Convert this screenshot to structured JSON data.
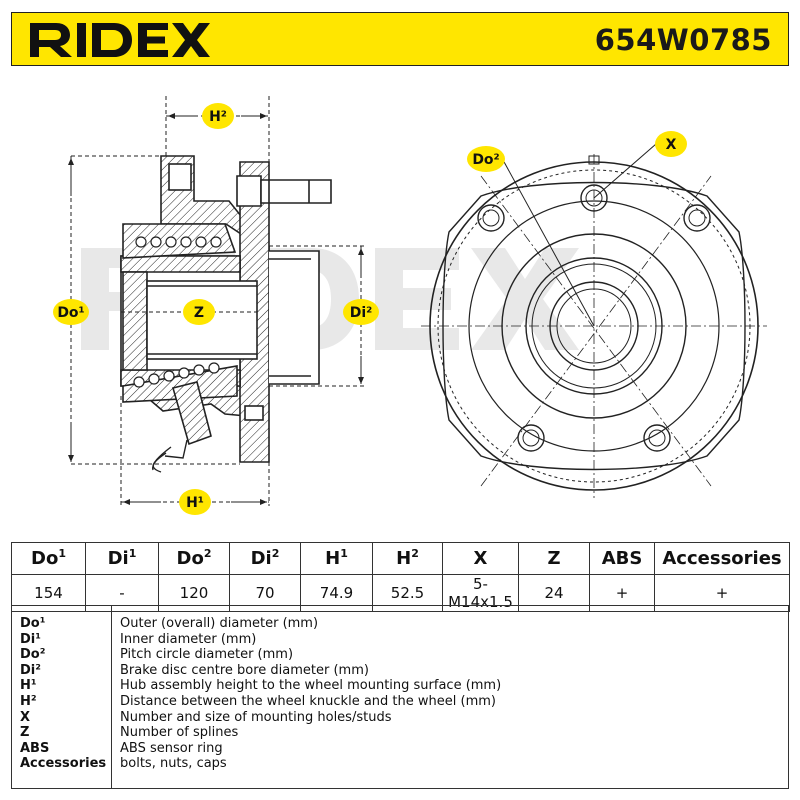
{
  "header": {
    "brand": "RIDEX",
    "part_number": "654W0785",
    "colors": {
      "accent": "#ffe600",
      "text": "#1a1a1a"
    }
  },
  "drawing": {
    "watermark": "RIDEX",
    "labels": {
      "h2": "H²",
      "h1": "H¹",
      "do1": "Do¹",
      "di2": "Di²",
      "z": "Z",
      "do2": "Do²",
      "x": "X"
    }
  },
  "spec_table": {
    "headers": [
      {
        "base": "Do",
        "sup": "1"
      },
      {
        "base": "Di",
        "sup": "1"
      },
      {
        "base": "Do",
        "sup": "2"
      },
      {
        "base": "Di",
        "sup": "2"
      },
      {
        "base": "H",
        "sup": "1"
      },
      {
        "base": "H",
        "sup": "2"
      },
      {
        "base": "X",
        "sup": ""
      },
      {
        "base": "Z",
        "sup": ""
      },
      {
        "base": "ABS",
        "sup": ""
      },
      {
        "base": "Accessories",
        "sup": ""
      }
    ],
    "values": [
      "154",
      "-",
      "120",
      "70",
      "74.9",
      "52.5",
      "5-M14x1.5",
      "24",
      "+",
      "+"
    ]
  },
  "legend": [
    {
      "code": "Do¹",
      "desc": "Outer (overall) diameter (mm)"
    },
    {
      "code": "Di¹",
      "desc": "Inner diameter (mm)"
    },
    {
      "code": "Do²",
      "desc": "Pitch circle diameter (mm)"
    },
    {
      "code": "Di²",
      "desc": "Brake disc centre bore diameter (mm)"
    },
    {
      "code": "H¹",
      "desc": "Hub assembly height to the wheel mounting surface (mm)"
    },
    {
      "code": "H²",
      "desc": "Distance between the wheel knuckle and the wheel (mm)"
    },
    {
      "code": "X",
      "desc": "Number and size of mounting holes/studs"
    },
    {
      "code": "Z",
      "desc": "Number of splines"
    },
    {
      "code": "ABS",
      "desc": "ABS sensor ring"
    },
    {
      "code": "Accessories",
      "desc": "bolts, nuts, caps"
    }
  ]
}
